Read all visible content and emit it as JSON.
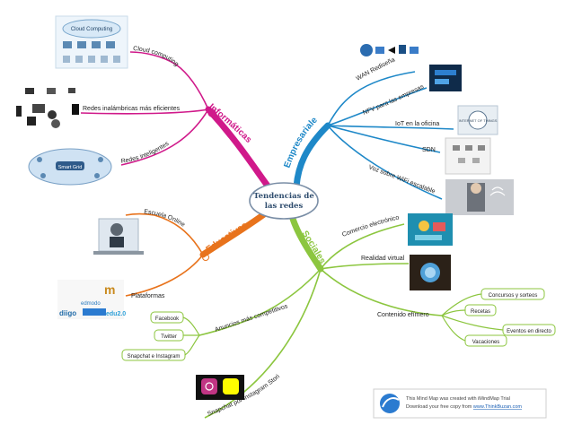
{
  "center": {
    "line1": "Tendencias de",
    "line2": "las redes"
  },
  "branches": {
    "informaticas": {
      "label": "Informáticas",
      "color": "#d0198a",
      "children": [
        "Cloud computing",
        "Redes inalámbricas más eficientes",
        "Redes inteligentes"
      ]
    },
    "empresariales": {
      "label": "Empresariales",
      "color": "#1e88c8",
      "children": [
        "WAN Rediseñado",
        "NFV para las empresas",
        "IoT en la oficina",
        "SDN",
        "Voz sobre WiFi escalable"
      ]
    },
    "educativas": {
      "label": "Educativas",
      "color": "#e8731c",
      "children": [
        "Escuela Online",
        "Plataformas"
      ]
    },
    "sociales": {
      "label": "Sociales",
      "color": "#8cc63f",
      "children": [
        "Comercio electrónico",
        "Realidad virtual",
        "Contenido efímero",
        "Anuncios más competitivos",
        "Snapchat por Instagram Stories"
      ],
      "contenido_efimero": [
        "Concursos y sorteos",
        "Recetas",
        "Eventos en directo",
        "Vacaciones"
      ],
      "anuncios": [
        "Facebook",
        "Twitter",
        "Snapchat e Instagram"
      ]
    }
  },
  "image_labels": {
    "cloud": "Cloud Computing",
    "smart": "Smart Grid",
    "iot": "INTERNET OF THINGS",
    "plat1": "diigo",
    "plat2": "edmodo",
    "plat3": "edu2.0",
    "plat4": "m"
  },
  "footer": {
    "line1": "This Mind Map was created with iMindMap Trial",
    "line2_prefix": "Download your free copy from ",
    "line2_link": "www.ThinkBuzan.com"
  }
}
